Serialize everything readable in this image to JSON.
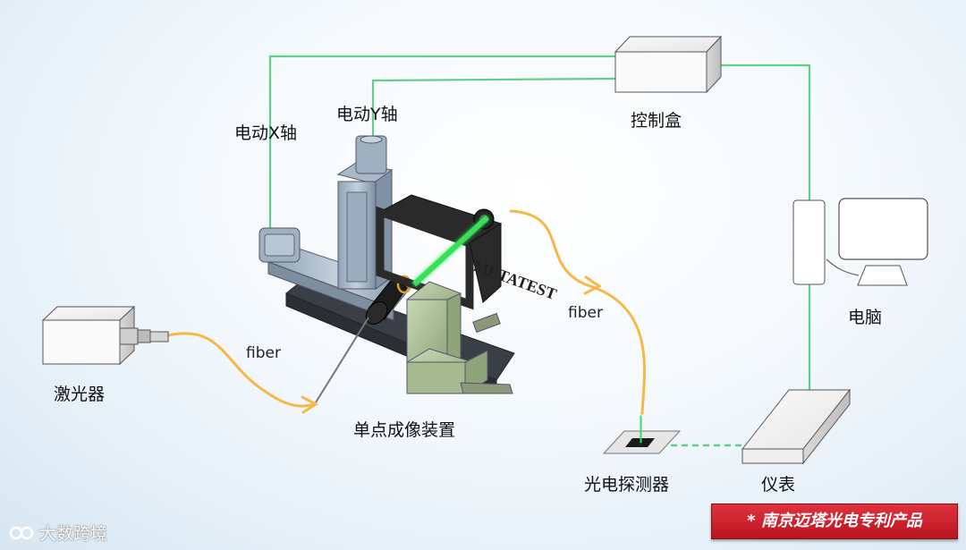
{
  "labels": {
    "x_axis": "电动X轴",
    "y_axis": "电动Y轴",
    "controller": "控制盒",
    "computer": "电脑",
    "laser": "激光器",
    "fiber_left": "fiber",
    "fiber_right": "fiber",
    "imaging_device": "单点成像装置",
    "detector": "光电探测器",
    "instrument": "仪表"
  },
  "target_text": "METATEST",
  "badge_text": "* 南京迈塔光电专利产品",
  "watermark_text": "大数跨境",
  "colors": {
    "wire": "#5fcf8a",
    "fiber": "#f7b84a",
    "laser_beam": "#39e05a",
    "badge": "#d42430"
  }
}
